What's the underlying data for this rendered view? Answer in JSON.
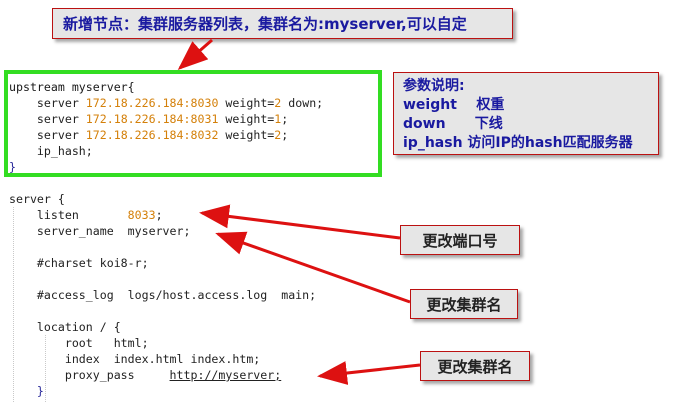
{
  "top_callout": {
    "text": "新增节点：集群服务器列表，集群名为:myserver,可以自定"
  },
  "params": {
    "title": "参数说明:",
    "rows": [
      {
        "key": "weight",
        "desc": "权重"
      },
      {
        "key": "down",
        "desc": "下线"
      },
      {
        "key": "ip_hash",
        "desc": "访问IP的hash匹配服务器"
      }
    ]
  },
  "callouts": {
    "change_port": "更改端口号",
    "change_cluster_name_1": "更改集群名",
    "change_cluster_name_2": "更改集群名"
  },
  "code": {
    "upstream_open": "upstream myserver{",
    "servers": [
      {
        "kw": "server",
        "addr": "172.18.226.184",
        "port": "8030",
        "weight_kw": "weight=",
        "weight": "2",
        "extra": " down;"
      },
      {
        "kw": "server",
        "addr": "172.18.226.184",
        "port": "8031",
        "weight_kw": "weight=",
        "weight": "1",
        "extra": ";"
      },
      {
        "kw": "server",
        "addr": "172.18.226.184",
        "port": "8032",
        "weight_kw": "weight=",
        "weight": "2",
        "extra": ";"
      }
    ],
    "ip_hash": "ip_hash;",
    "upstream_close": "}",
    "server_open": "server {",
    "listen_kw": "listen       ",
    "listen_val": "8033",
    "listen_end": ";",
    "server_name": "server_name  myserver;",
    "charset": "#charset koi8-r;",
    "access_log": "#access_log  logs/host.access.log  main;",
    "location": "location / {",
    "root": "root   html;",
    "index": "index  index.html index.htm;",
    "proxy_pass_kw": "proxy_pass     ",
    "proxy_pass_url": "http://myserver;",
    "location_close": "}"
  },
  "colors": {
    "highlight_border": "#33dd22",
    "arrow": "#dd1111",
    "callout_text": "#1a1aa0",
    "number": "#d4800a"
  }
}
